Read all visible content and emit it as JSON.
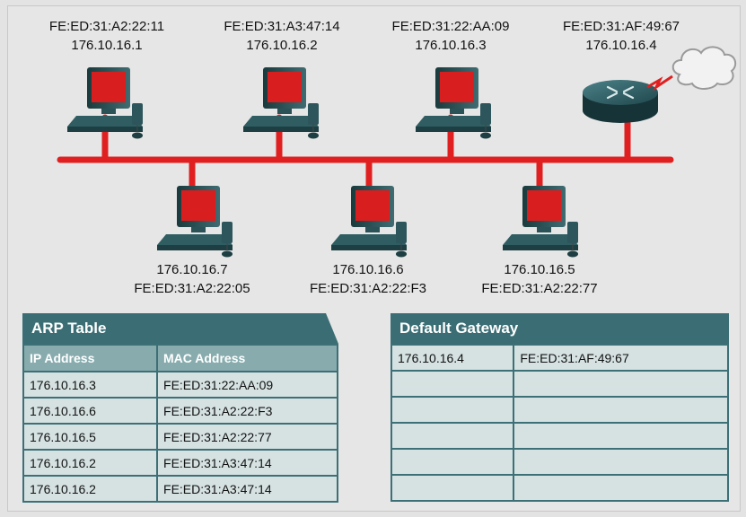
{
  "hosts_top": [
    {
      "mac": "FE:ED:31:A2:22:11",
      "ip": "176.10.16.1"
    },
    {
      "mac": "FE:ED:31:A3:47:14",
      "ip": "176.10.16.2"
    },
    {
      "mac": "FE:ED:31:22:AA:09",
      "ip": "176.10.16.3"
    }
  ],
  "router": {
    "mac": "FE:ED:31:AF:49:67",
    "ip": "176.10.16.4"
  },
  "hosts_bottom": [
    {
      "ip": "176.10.16.7",
      "mac": "FE:ED:31:A2:22:05"
    },
    {
      "ip": "176.10.16.6",
      "mac": "FE:ED:31:A2:22:F3"
    },
    {
      "ip": "176.10.16.5",
      "mac": "FE:ED:31:A2:22:77"
    }
  ],
  "arp_table": {
    "title": "ARP Table",
    "headers": [
      "IP Address",
      "MAC Address"
    ],
    "rows": [
      [
        "176.10.16.3",
        "FE:ED:31:22:AA:09"
      ],
      [
        "176.10.16.6",
        "FE:ED:31:A2:22:F3"
      ],
      [
        "176.10.16.5",
        "FE:ED:31:A2:22:77"
      ],
      [
        "176.10.16.2",
        "FE:ED:31:A3:47:14"
      ],
      [
        "176.10.16.2",
        "FE:ED:31:A3:47:14"
      ]
    ]
  },
  "default_gateway": {
    "title": "Default Gateway",
    "rows": [
      [
        "176.10.16.4",
        "FE:ED:31:AF:49:67"
      ],
      [
        "",
        ""
      ],
      [
        "",
        ""
      ],
      [
        "",
        ""
      ],
      [
        "",
        ""
      ],
      [
        "",
        ""
      ]
    ]
  },
  "colors": {
    "link": "#e02020",
    "panel_header": "#3a6e74",
    "screen": "#d81e1e"
  },
  "icons": {
    "host": "desktop-computer-icon",
    "router": "router-icon",
    "cloud": "cloud-icon"
  }
}
